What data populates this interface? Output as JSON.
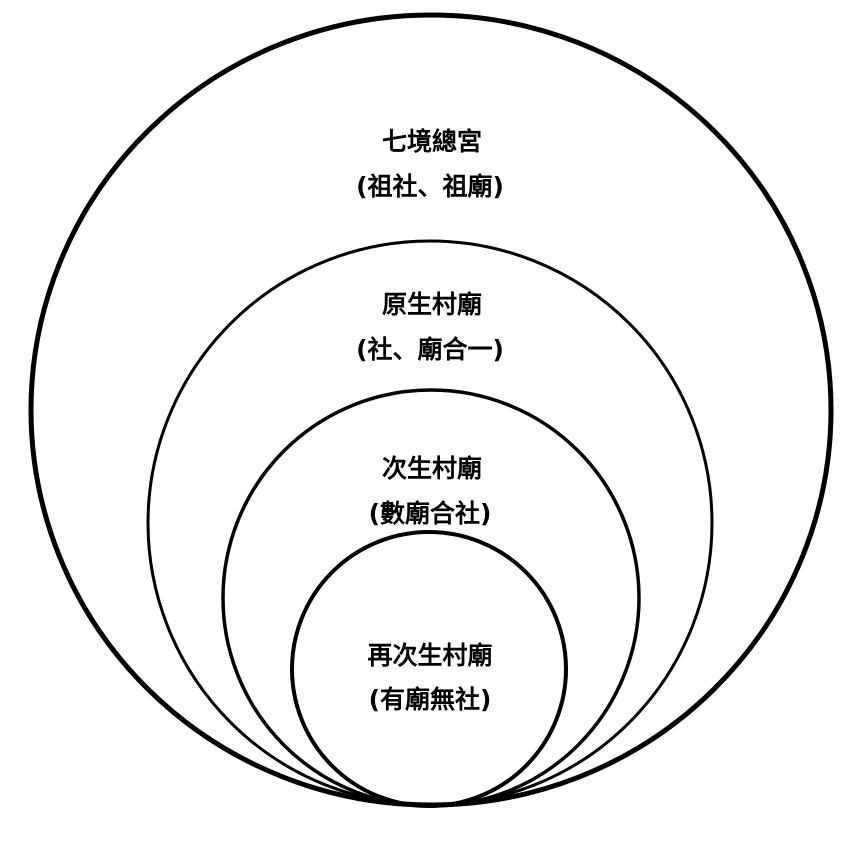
{
  "levels": [
    {
      "title": "七境總宮",
      "subtitle": "(祖社、祖廟)"
    },
    {
      "title": "原生村廟",
      "subtitle": "(社、廟合一)"
    },
    {
      "title": "次生村廟",
      "subtitle": "(數廟合社)"
    },
    {
      "title": "再次生村廟",
      "subtitle": "(有廟無社)"
    }
  ]
}
